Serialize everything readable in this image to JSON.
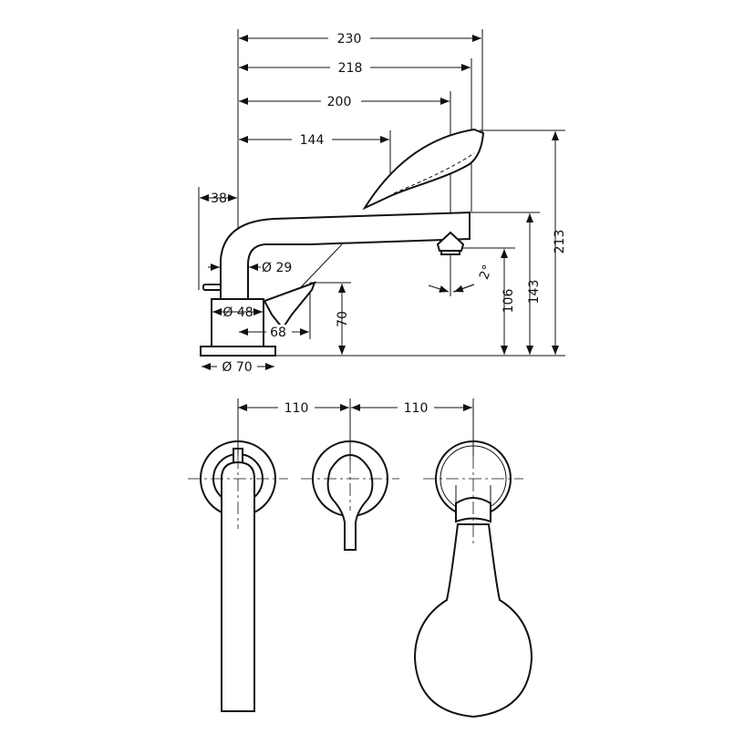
{
  "side_view": {
    "dims": {
      "d230": "230",
      "d218": "218",
      "d200": "200",
      "d144": "144",
      "d38": "38",
      "d29": "Ø 29",
      "d48": "Ø 48",
      "d68": "68",
      "d70v": "70",
      "d70": "Ø 70",
      "d2deg": "2°",
      "d106": "106",
      "d143": "143",
      "d213": "213"
    }
  },
  "top_view": {
    "dims": {
      "left_110": "110",
      "right_110": "110"
    }
  },
  "colors": {
    "line": "#111111",
    "background": "#ffffff"
  }
}
